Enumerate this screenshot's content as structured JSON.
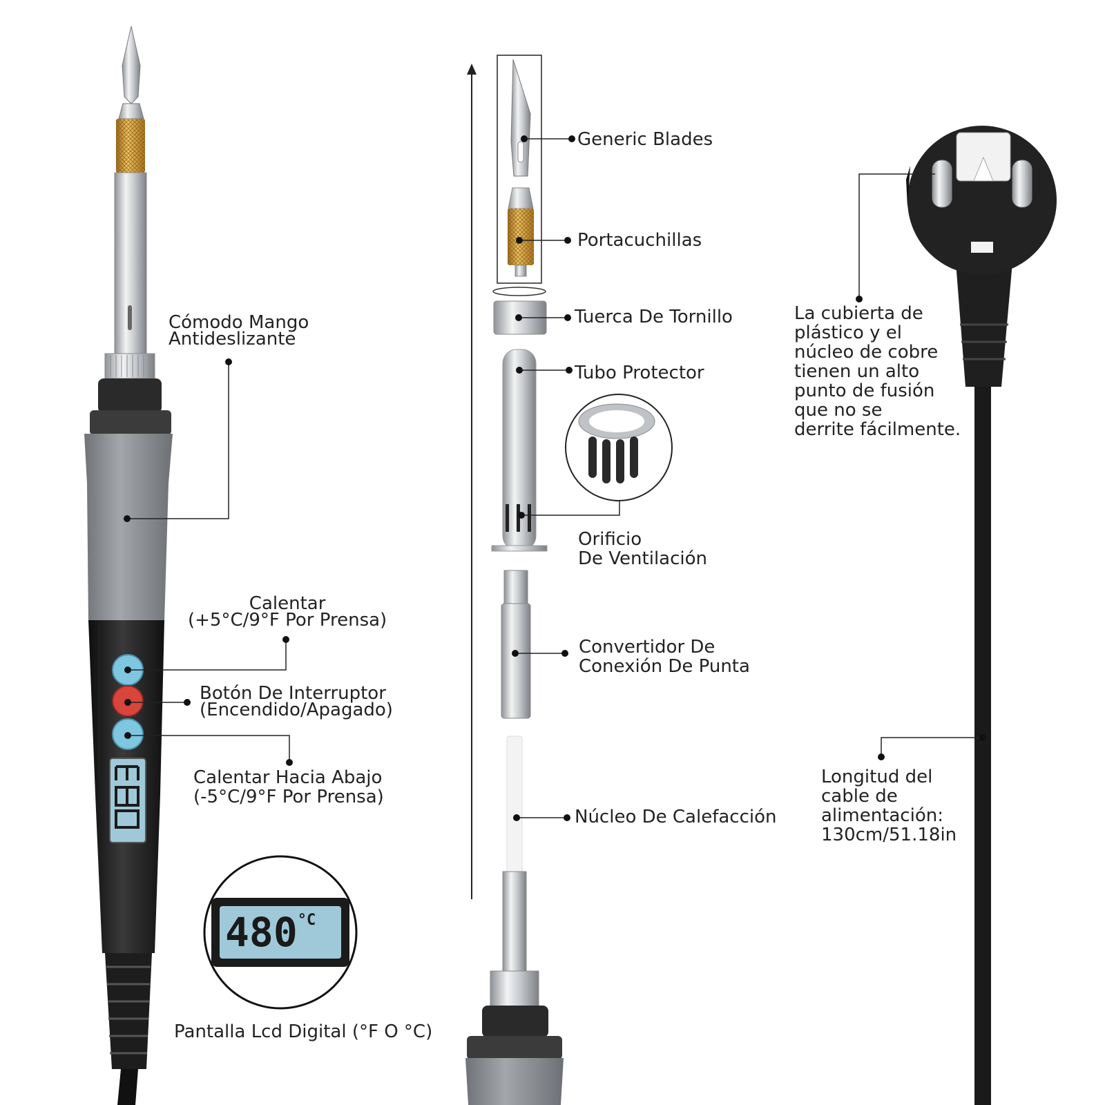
{
  "labels": {
    "mango": [
      "Cómodo Mango",
      "Antideslizante"
    ],
    "calentar": [
      "Calentar",
      "(+5°C/9°F Por Prensa)"
    ],
    "interruptor": [
      "Botón De Interruptor",
      "(Encendido/Apagado)"
    ],
    "abajo": [
      "Calentar Hacia Abajo",
      "(-5°C/9°F Por Prensa)"
    ],
    "lcd": "Pantalla Lcd Digital (°F O °C)",
    "blades": "Generic Blades",
    "portacuchillas": "Portacuchillas",
    "tuerca": "Tuerca De Tornillo",
    "tubo": "Tubo Protector",
    "orificio": [
      "Orificio",
      "De Ventilación"
    ],
    "convertidor": [
      "Convertidor De",
      "Conexión De Punta"
    ],
    "nucleo": "Núcleo De Calefacción",
    "plastico": [
      "La cubierta de",
      "plástico y el",
      "núcleo de cobre",
      "tienen un alto",
      "punto de fusión",
      "que no se",
      "derrite fácilmente."
    ],
    "cable": [
      "Longitud del",
      "cable de",
      "alimentación:",
      "130cm/51.18in"
    ]
  },
  "display": {
    "value": "480",
    "unit": "°C"
  },
  "colors": {
    "handle_gray": "#8c9094",
    "handle_black": "#1e1e1e",
    "button_blue": "#7fc6e0",
    "button_red": "#d8453a",
    "lcd_bg": "#9fc9d8",
    "brass": "#d9a441",
    "steel": "#c9ccd0"
  }
}
